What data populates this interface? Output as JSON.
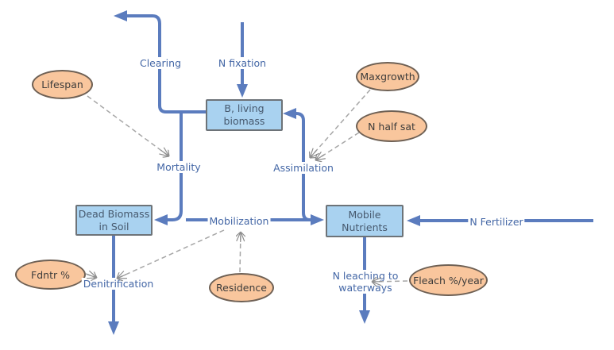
{
  "diagram_type": "system-dynamics-model",
  "topic": "Nitrogen cycle model",
  "stocks": {
    "living_biomass": {
      "line1": "B, living",
      "line2": "biomass",
      "label": "B, living biomass"
    },
    "dead_biomass": {
      "line1": "Dead Biomass",
      "line2": "in Soil",
      "label": "Dead Biomass in Soil"
    },
    "mobile_nutrients": {
      "line1": "Mobile",
      "line2": "Nutrients",
      "label": "Mobile Nutrients"
    }
  },
  "params": {
    "lifespan": {
      "label": "Lifespan"
    },
    "maxgrowth": {
      "label": "Maxgrowth"
    },
    "n_half_sat": {
      "label": "N half sat"
    },
    "fdntr": {
      "label": "Fdntr %"
    },
    "residence": {
      "label": "Residence"
    },
    "fleach": {
      "label": "Fleach %/year"
    }
  },
  "flows": {
    "clearing": {
      "label": "Clearing",
      "from": "B, living biomass",
      "to": "outside"
    },
    "n_fixation": {
      "label": "N fixation",
      "from": "outside",
      "to": "B, living biomass"
    },
    "mortality": {
      "label": "Mortality",
      "from": "B, living biomass",
      "to": "Dead Biomass in Soil"
    },
    "assimilation": {
      "label": "Assimilation",
      "from": "Mobile Nutrients",
      "to": "B, living biomass"
    },
    "mobilization": {
      "label": "Mobilization",
      "from": "Dead Biomass in Soil",
      "to": "Mobile Nutrients"
    },
    "n_fertilizer": {
      "label": "N Fertilizer",
      "from": "outside",
      "to": "Mobile Nutrients"
    },
    "denitrification": {
      "label": "Denitrification",
      "from": "Dead Biomass in Soil",
      "to": "outside"
    },
    "n_leaching": {
      "label": "N leaching to waterways",
      "line1": "N leaching to",
      "line2": "waterways",
      "from": "Mobile Nutrients",
      "to": "outside"
    }
  },
  "influences": [
    {
      "from": "Lifespan",
      "to": "Mortality"
    },
    {
      "from": "Maxgrowth",
      "to": "Assimilation"
    },
    {
      "from": "N half sat",
      "to": "Assimilation"
    },
    {
      "from": "Residence",
      "to": "Mobilization"
    },
    {
      "from": "Mobilization",
      "to": "Denitrification"
    },
    {
      "from": "Fdntr %",
      "to": "Denitrification"
    },
    {
      "from": "Fleach %/year",
      "to": "N leaching to waterways"
    }
  ],
  "colors": {
    "flow_line": "#5b7cbe",
    "flow_label_text": "#4467a6",
    "stock_fill": "#a9d2f0",
    "stock_border": "#6d7378",
    "stock_text": "#47596e",
    "param_fill": "#f9c69d",
    "param_border": "#6e6054",
    "param_text": "#3d3c3b",
    "influence_line": "#a6a6a6",
    "background": "#ffffff"
  }
}
